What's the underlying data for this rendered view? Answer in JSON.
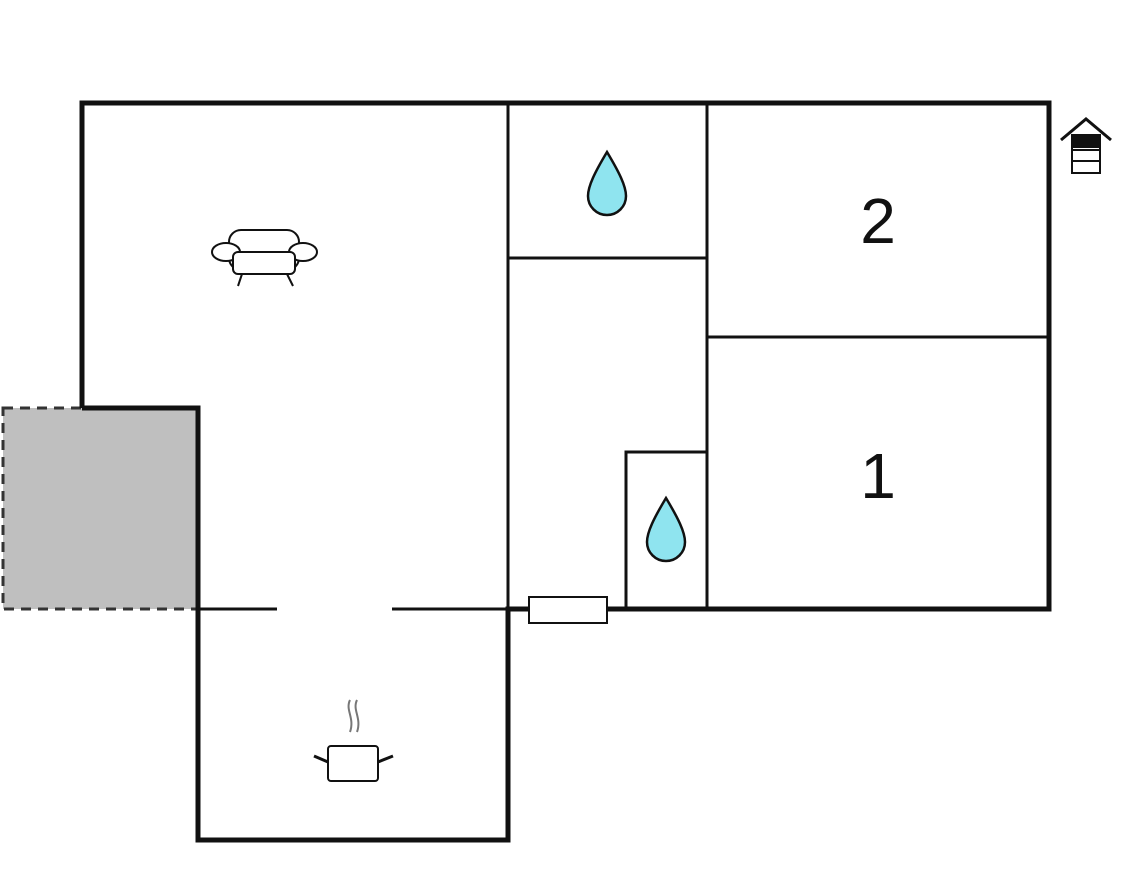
{
  "floorplan": {
    "rooms": [
      {
        "id": "bedroom-2",
        "label": "2"
      },
      {
        "id": "bedroom-1",
        "label": "1"
      }
    ],
    "icons": {
      "living_room": "sofa-icon",
      "kitchen": "cooking-pot-icon",
      "bathroom": "water-drop-icon",
      "toilet": "water-drop-icon",
      "entrance": "house-entrance-icon"
    },
    "colors": {
      "wall": "#111111",
      "water": "#8fe4ef",
      "terrace": "#bfbfbf",
      "background": "#ffffff"
    }
  }
}
